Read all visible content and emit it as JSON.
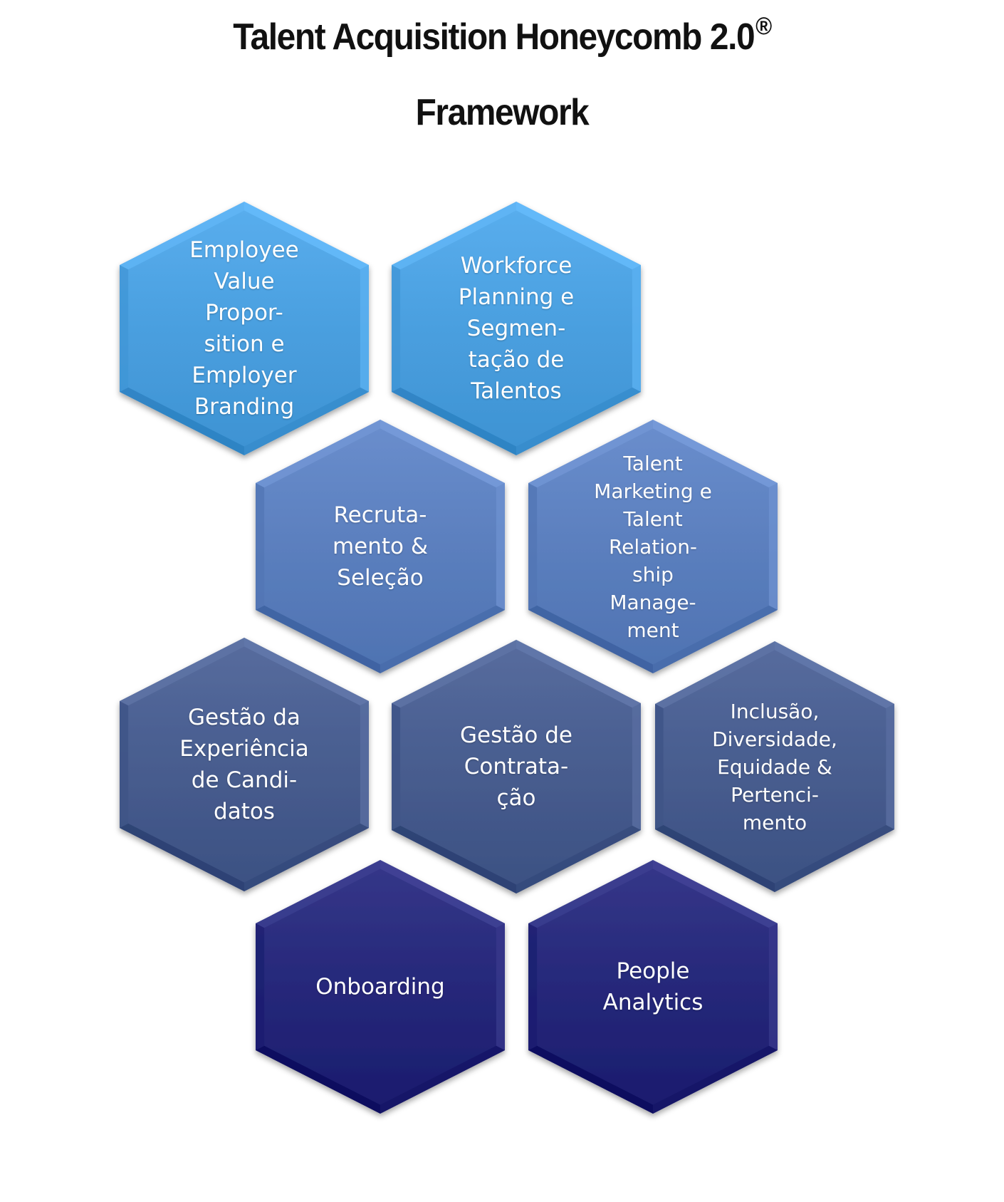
{
  "title": {
    "line1": "Talent Acquisition Honeycomb 2.0",
    "registered_mark": "®",
    "line2": "Framework"
  },
  "colors": {
    "tier1": "#4a9fdf",
    "tier2": "#5b7fbe",
    "tier3": "#485d8f",
    "tier4": "#26287a",
    "text": "#ffffff"
  },
  "cells": [
    {
      "id": "evp",
      "label": "Employee\nValue\nPropor-\nsition e\nEmployer\nBranding",
      "tier": "tier1"
    },
    {
      "id": "workforce",
      "label": "Workforce\nPlanning e\nSegmen-\ntação de\nTalentos",
      "tier": "tier1"
    },
    {
      "id": "recrutamento",
      "label": "Recruta-\nmento &\nSeleção",
      "tier": "tier2"
    },
    {
      "id": "talent-marketing",
      "label": "Talent\nMarketing e\nTalent\nRelation-\nship\nManage-\nment",
      "tier": "tier2"
    },
    {
      "id": "experiencia",
      "label": "Gestão da\nExperiência\nde Candi-\ndatos",
      "tier": "tier3"
    },
    {
      "id": "contratacao",
      "label": "Gestão de\nContrata-\nção",
      "tier": "tier3"
    },
    {
      "id": "inclusao",
      "label": "Inclusão,\nDiversidade,\nEquidade &\nPertenci-\nmento",
      "tier": "tier3"
    },
    {
      "id": "onboarding",
      "label": "Onboarding",
      "tier": "tier4"
    },
    {
      "id": "people-analytics",
      "label": "People\nAnalytics",
      "tier": "tier4"
    }
  ]
}
